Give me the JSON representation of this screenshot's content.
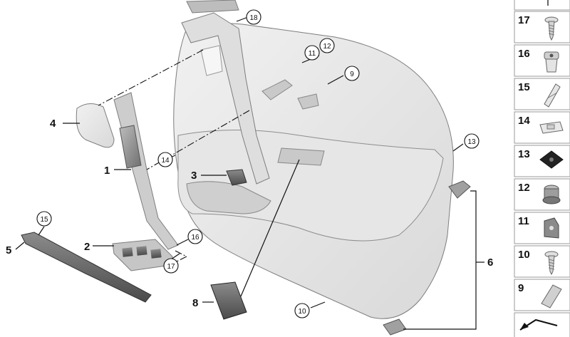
{
  "diagram": {
    "callouts": {
      "p1": "1",
      "p2": "2",
      "p3": "3",
      "p4": "4",
      "p5": "5",
      "p6": "6",
      "p8": "8",
      "p9": "9",
      "p10": "10",
      "p11": "11",
      "p12": "12",
      "p13": "13",
      "p14": "14",
      "p15": "15",
      "p16": "16",
      "p17": "17",
      "p18": "18"
    },
    "legend": [
      {
        "num": "17",
        "icon": "screw-icon"
      },
      {
        "num": "16",
        "icon": "expanding-nut-icon"
      },
      {
        "num": "15",
        "icon": "spring-clip-icon"
      },
      {
        "num": "14",
        "icon": "clip-icon"
      },
      {
        "num": "13",
        "icon": "foam-pad-icon"
      },
      {
        "num": "12",
        "icon": "mounting-socket-icon"
      },
      {
        "num": "11",
        "icon": "bracket-clip-icon"
      },
      {
        "num": "10",
        "icon": "screw-icon"
      },
      {
        "num": "9",
        "icon": "retaining-clip-icon"
      }
    ]
  }
}
